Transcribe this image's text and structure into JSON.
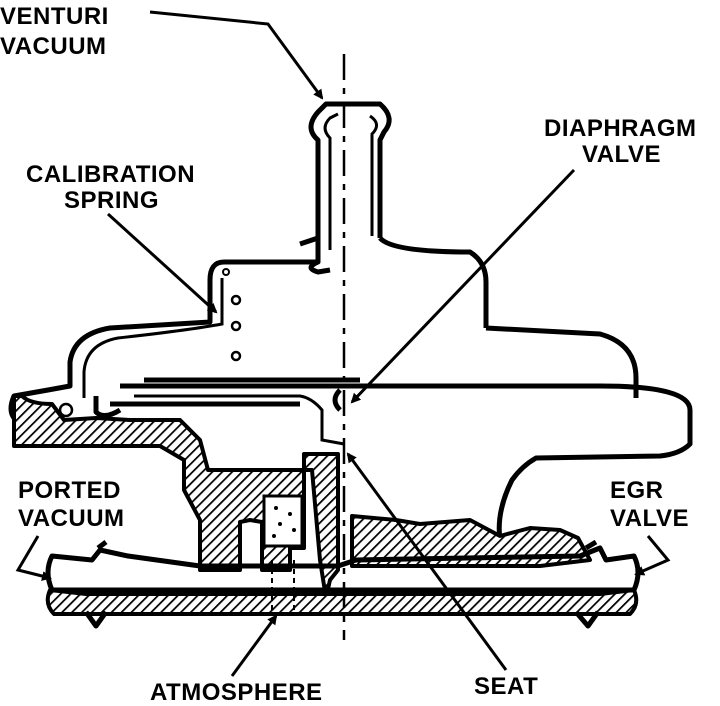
{
  "labels": {
    "venturi_vacuum": [
      "VENTURI",
      "VACUUM"
    ],
    "calibration_spring": [
      "CALIBRATION",
      "SPRING"
    ],
    "diaphragm_valve": [
      "DIAPHRAGM",
      "VALVE"
    ],
    "ported_vacuum": [
      "PORTED",
      "VACUUM"
    ],
    "egr_valve": [
      "EGR",
      "VALVE"
    ],
    "atmosphere": "ATMOSPHERE",
    "seat": "SEAT"
  }
}
